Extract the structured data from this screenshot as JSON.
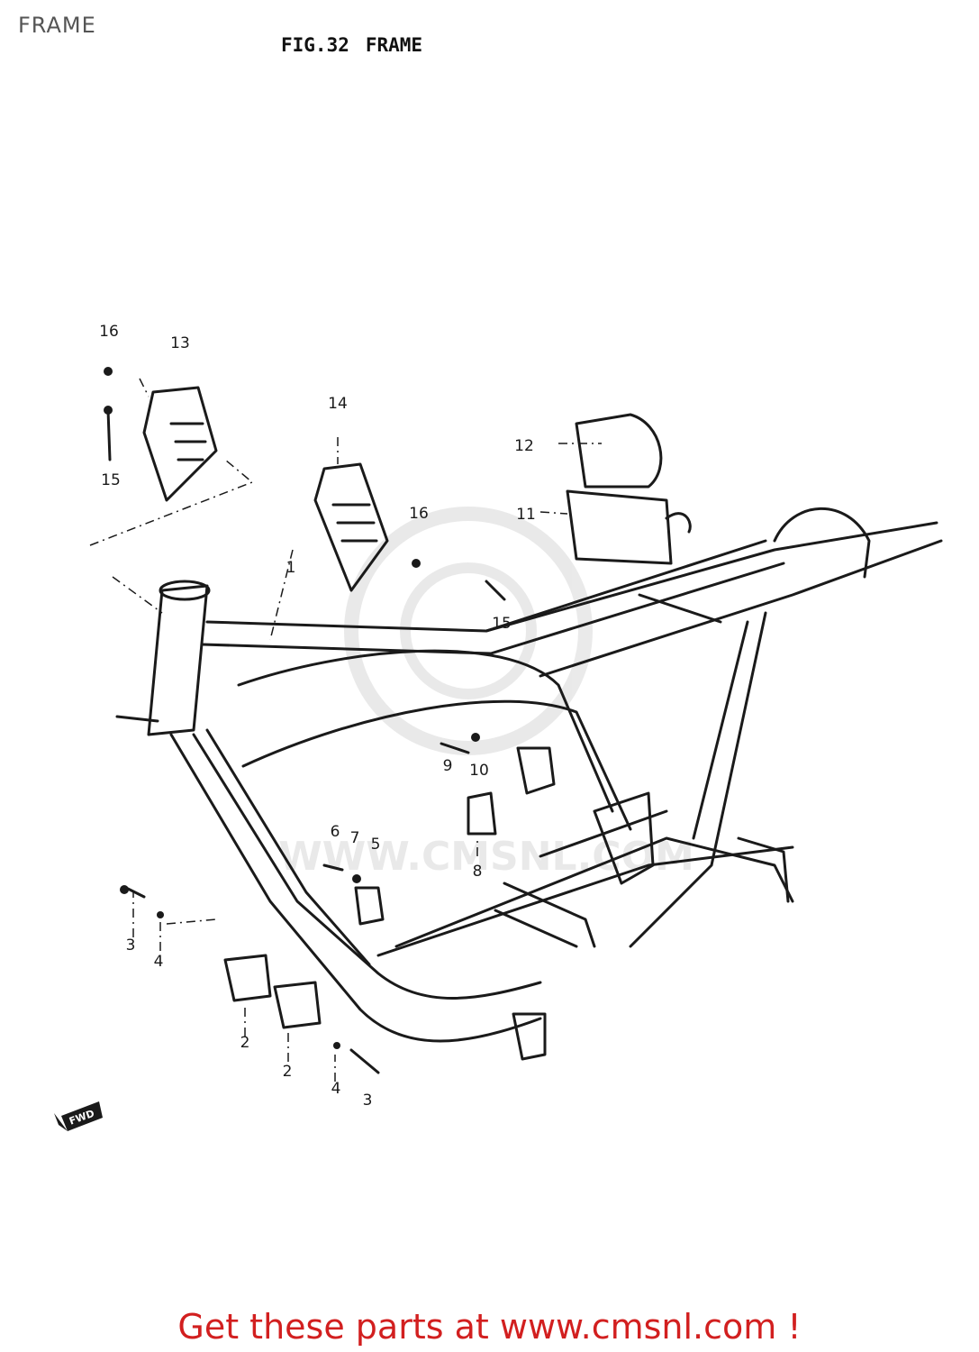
{
  "header": {
    "page_label": "FRAME"
  },
  "figure": {
    "number": "FIG.32",
    "title": "FRAME"
  },
  "callouts": [
    {
      "id": "c1",
      "label": "1"
    },
    {
      "id": "c2a",
      "label": "2"
    },
    {
      "id": "c2b",
      "label": "2"
    },
    {
      "id": "c3a",
      "label": "3"
    },
    {
      "id": "c3b",
      "label": "3"
    },
    {
      "id": "c4a",
      "label": "4"
    },
    {
      "id": "c4b",
      "label": "4"
    },
    {
      "id": "c5",
      "label": "5"
    },
    {
      "id": "c6",
      "label": "6"
    },
    {
      "id": "c7",
      "label": "7"
    },
    {
      "id": "c8",
      "label": "8"
    },
    {
      "id": "c9",
      "label": "9"
    },
    {
      "id": "c10",
      "label": "10"
    },
    {
      "id": "c11",
      "label": "11"
    },
    {
      "id": "c12",
      "label": "12"
    },
    {
      "id": "c13",
      "label": "13"
    },
    {
      "id": "c14",
      "label": "14"
    },
    {
      "id": "c15a",
      "label": "15"
    },
    {
      "id": "c15b",
      "label": "15"
    },
    {
      "id": "c16a",
      "label": "16"
    },
    {
      "id": "c16b",
      "label": "16"
    }
  ],
  "fwd_marker": {
    "label": "FWD"
  },
  "watermark": {
    "text": "WWW.CMSNL.COM"
  },
  "footer": {
    "cta": "Get these parts at www.cmsnl.com !"
  },
  "colors": {
    "ink": "#1a1a1a",
    "cta": "#d21f1f",
    "watermark": "#d8d8d8"
  }
}
